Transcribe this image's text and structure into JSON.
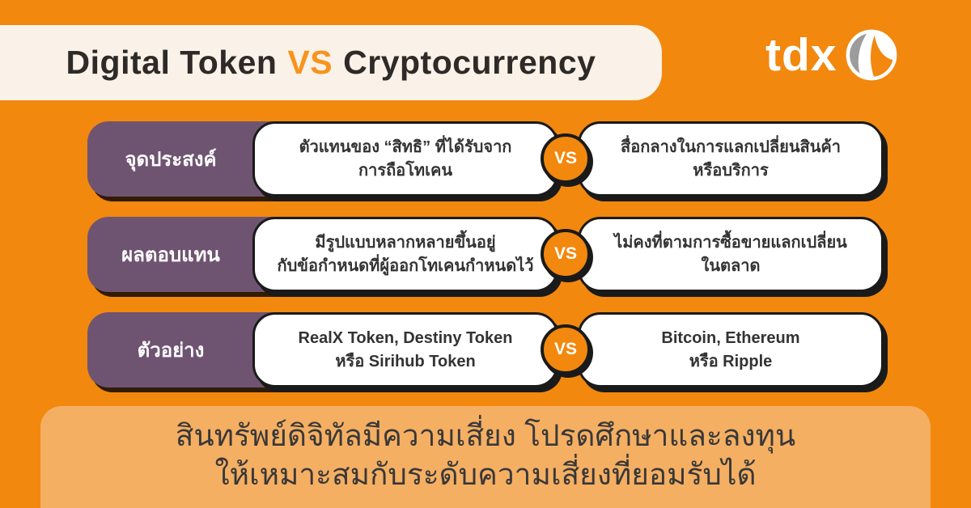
{
  "theme": {
    "background_orange": "#F2880E",
    "accent_orange": "#F7941D",
    "label_purple": "#6F5472",
    "banner_orange": "#F5AF63",
    "title_card_cream": "#FAF2E8",
    "card_white": "#FFFFFF",
    "outline_black": "#1A1A1A",
    "text_dark": "#333333",
    "logo_gray": "#9C9C9C"
  },
  "header": {
    "title_left": "Digital Token",
    "title_vs": "VS",
    "title_right": "Cryptocurrency"
  },
  "logo": {
    "wordmark": "tdx",
    "icon": "tdx-globe-icon"
  },
  "comparison": {
    "vs_label": "VS",
    "rows": [
      {
        "label": "จุดประสงค์",
        "digital_token_line1": "ตัวแทนของ “สิทธิ” ที่ได้รับจาก",
        "digital_token_line2": "การถือโทเคน",
        "cryptocurrency_line1": "สื่อกลางในการแลกเปลี่ยนสินค้า",
        "cryptocurrency_line2": "หรือบริการ"
      },
      {
        "label": "ผลตอบแทน",
        "digital_token_line1": "มีรูปแบบหลากหลายขึ้นอยู่",
        "digital_token_line2": "กับข้อกำหนดที่ผู้ออกโทเคนกำหนดไว้",
        "cryptocurrency_line1": "ไม่คงที่ตามการซื้อขายแลกเปลี่ยน",
        "cryptocurrency_line2": "ในตลาด"
      },
      {
        "label": "ตัวอย่าง",
        "digital_token_line1": "RealX Token, Destiny Token",
        "digital_token_line2": "หรือ Sirihub Token",
        "cryptocurrency_line1": "Bitcoin, Ethereum",
        "cryptocurrency_line2": "หรือ Ripple"
      }
    ]
  },
  "disclaimer": {
    "line1": "สินทรัพย์ดิจิทัลมีความเสี่ยง โปรดศึกษาและลงทุน",
    "line2": "ให้เหมาะสมกับระดับความเสี่ยงที่ยอมรับได้"
  }
}
